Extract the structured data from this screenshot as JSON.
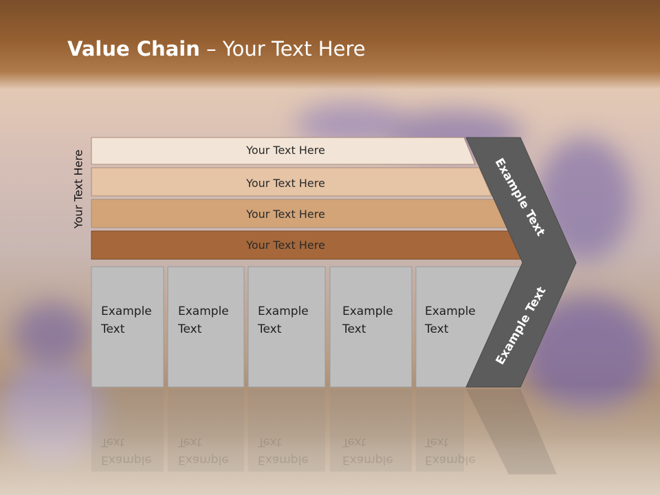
{
  "slide": {
    "title_bold": "Value Chain",
    "title_rest": " – Your Text Here",
    "vertical_label": "Your Text Here"
  },
  "bands": [
    {
      "label": "Your Text Here",
      "color": "#f2e4d6"
    },
    {
      "label": "Your Text Here",
      "color": "#e6c4a6"
    },
    {
      "label": "Your Text Here",
      "color": "#d3a478"
    },
    {
      "label": "Your Text Here",
      "color": "#a6683a"
    }
  ],
  "boxes": [
    {
      "line1": "Example",
      "line2": "Text"
    },
    {
      "line1": "Example",
      "line2": "Text"
    },
    {
      "line1": "Example",
      "line2": "Text"
    },
    {
      "line1": "Example",
      "line2": "Text"
    },
    {
      "line1": "Example",
      "line2": "Text"
    }
  ],
  "chevron": {
    "top_label": "Example Text",
    "bottom_label": "Example Text",
    "color": "#5c5c5c"
  },
  "colors": {
    "box_fill": "#bebebe",
    "box_stroke": "#9a9a9a"
  }
}
